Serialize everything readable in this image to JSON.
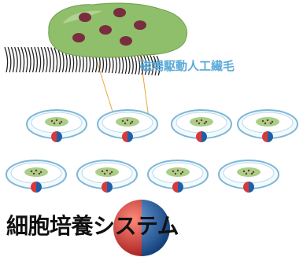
{
  "labels": {
    "cilia": "磁場駆動人工繊毛",
    "system": "細胞培養システム"
  },
  "colors": {
    "cilia_label": "#5aa9d8",
    "system_title": "#111111",
    "cell_sheet": "#8fbf6a",
    "cell_dots": "#7a2d3f",
    "dish_edge": "#7fb6d6",
    "dish_fill": "#f3fafd",
    "magnet_north": "#1f5fa8",
    "magnet_south": "#d83a3a",
    "guide_lines": "#e8a93a",
    "cilia_strokes": "#222222"
  },
  "layout_counts": {
    "dish_rows": 2,
    "dishes_per_row": 4
  }
}
